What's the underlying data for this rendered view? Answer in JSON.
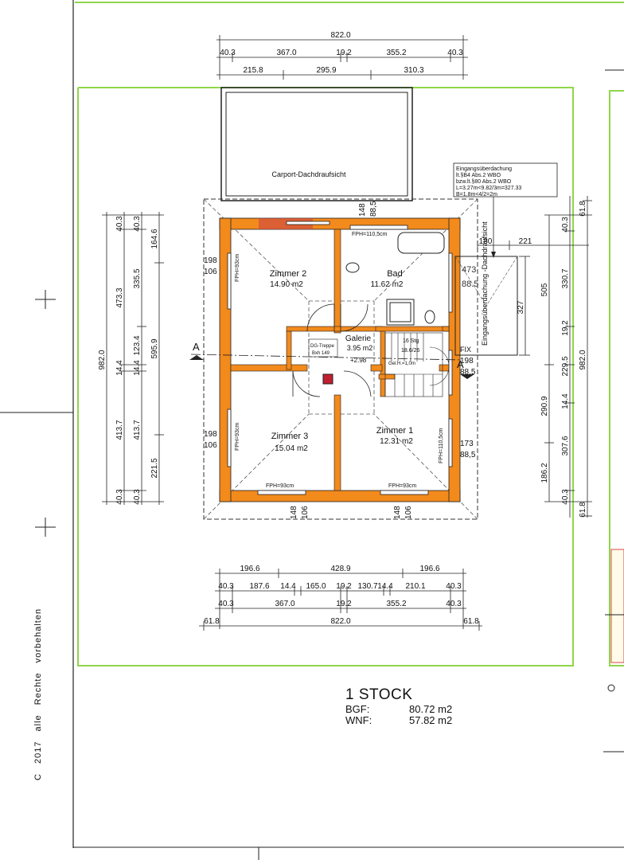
{
  "plan": {
    "carport_label": "Carport-Dachdraufsicht",
    "rooms": [
      {
        "name": "Zimmer 2",
        "area": "14.90 m2"
      },
      {
        "name": "Bad",
        "area": "11.62 m2"
      },
      {
        "name": "Galerie",
        "area": "3.95 m2"
      },
      {
        "name": "Zimmer 3",
        "area": "15.04 m2"
      },
      {
        "name": "Zimmer 1",
        "area": "12.31 m2"
      }
    ],
    "stair_label": "16 Stg",
    "stair_ratio": "18.6/26",
    "stair_dg": "DG-Treppe",
    "stair_dg_sub": "Bxh 149",
    "gel_label": "Gel.H.=1,0m",
    "level_mark": "+2.98",
    "fix_label": "FIX",
    "fph_labels": [
      "FPH=110,5cm",
      "FPH=93cm",
      "FPH=93cm",
      "FPH=93cm",
      "FPH=93cm",
      "FPH=110,5cm"
    ],
    "section_marker": "A",
    "window_dims": [
      "198",
      "106",
      "198",
      "106",
      "173",
      "88,5",
      "198",
      "88,5",
      "148",
      "88,5",
      "148",
      "106",
      "148",
      "106"
    ],
    "dims_top_row1": "822.0",
    "dims_top_row2": [
      "40.3",
      "367.0",
      "19.2",
      "355.2",
      "40.3"
    ],
    "dims_top_row3": [
      "215.8",
      "295.9",
      "310.3"
    ],
    "dims_bottom_row1": [
      "196.6",
      "428.9",
      "196.6"
    ],
    "dims_bottom_row2": [
      "40.3",
      "187.6",
      "14.4",
      "165.0",
      "19.2",
      "130.7",
      "14.4",
      "210.1",
      "40.3"
    ],
    "dims_bottom_row3": [
      "40.3",
      "367.0",
      "19.2",
      "355.2",
      "40.3"
    ],
    "dims_bottom_row4": [
      "61.8",
      "822.0",
      "61.8"
    ],
    "dims_left_outer": "982.0",
    "dims_left_mid": [
      "40.3",
      "473.3",
      "14.4",
      "413.7",
      "40.3"
    ],
    "dims_left_inner": [
      "40.3",
      "335.5",
      "123.4",
      "14.4",
      "413.7",
      "40.3"
    ],
    "dims_left_third": [
      "164.6",
      "595.9",
      "221.5"
    ],
    "dims_right": [
      "61.8",
      "40.3",
      "330.7",
      "19.2",
      "229.5",
      "14.4",
      "307.6",
      "40.3",
      "61.8"
    ],
    "dims_right2": [
      "505",
      "290.9",
      "186.2"
    ],
    "dims_right3": "327",
    "dims_right_outer": "982.0",
    "dims_canopy": [
      "180",
      "221"
    ],
    "canopy_note": [
      "Eingangsüberdachung",
      "lt.§B4  Abs.2  WBO",
      "bzw.lt.§80  Abs.2  WBO",
      "L=3.27m<9.82/3m=327.33",
      "B=1.8m<4/2=2m"
    ],
    "canopy_label": "Eingangsüberdachung -Dachdraufsicht",
    "handwritten": [
      "473",
      "88.5"
    ]
  },
  "info": {
    "title": "1 STOCK",
    "bgf_label": "BGF:",
    "bgf_value": "80.72 m2",
    "wnf_label": "WNF:",
    "wnf_value": "57.82 m2"
  },
  "copyright": "C  2017  alle Rechte vorbehalten",
  "colors": {
    "wall": "#f28a1c",
    "site_line": "#8fd64a",
    "ink": "#111111"
  }
}
